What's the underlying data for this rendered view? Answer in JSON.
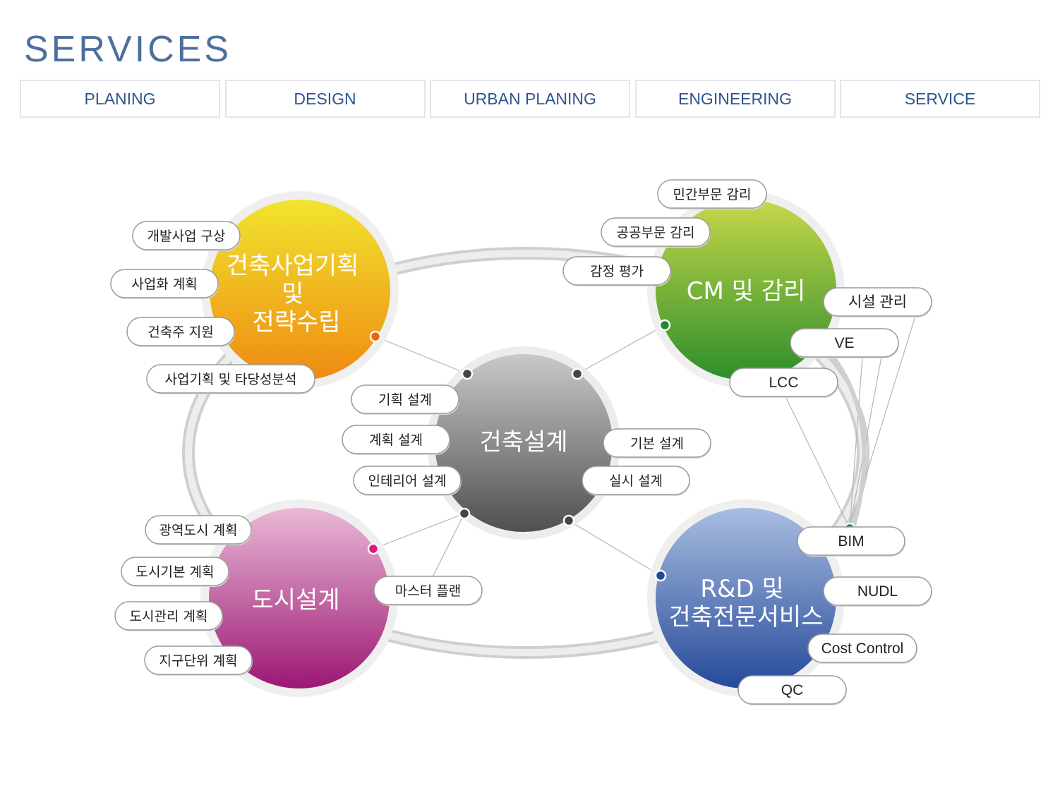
{
  "header": {
    "title": "SERVICES"
  },
  "tabs": [
    {
      "label": "PLANING"
    },
    {
      "label": "DESIGN"
    },
    {
      "label": "URBAN PLANING"
    },
    {
      "label": "ENGINEERING"
    },
    {
      "label": "SERVICE"
    }
  ],
  "colors": {
    "planning": "#f0a21c",
    "cm": "#5ea52c",
    "urban": "#c2367f",
    "rnd": "#3c5ea6",
    "design": "#7f7f7f",
    "title": "#4e6f9c",
    "tab_text": "#2d558e"
  },
  "hubs": {
    "planning": {
      "lines": [
        "건축사업기획",
        "및",
        "전략수립"
      ]
    },
    "cm": {
      "lines": [
        "CM 및 감리"
      ]
    },
    "design": {
      "lines": [
        "건축설계"
      ]
    },
    "urban": {
      "lines": [
        "도시설계"
      ]
    },
    "rnd": {
      "lines": [
        "R&D 및",
        "건축전문서비스"
      ]
    }
  },
  "pills": {
    "planning": [
      "개발사업 구상",
      "사업화 계획",
      "건축주 지원",
      "사업기획 및 타당성분석"
    ],
    "cm": [
      "민간부문 감리",
      "공공부문 감리",
      "감정 평가",
      "시설 관리",
      "VE",
      "LCC"
    ],
    "design_left": [
      "기획 설계",
      "계획 설계",
      "인테리어 설계"
    ],
    "design_right": [
      "기본 설계",
      "실시 설계"
    ],
    "urban": [
      "광역도시 계획",
      "도시기본 계획",
      "도시관리 계획",
      "지구단위 계획",
      "마스터 플랜"
    ],
    "rnd": [
      "BIM",
      "NUDL",
      "Cost Control",
      "QC"
    ]
  }
}
